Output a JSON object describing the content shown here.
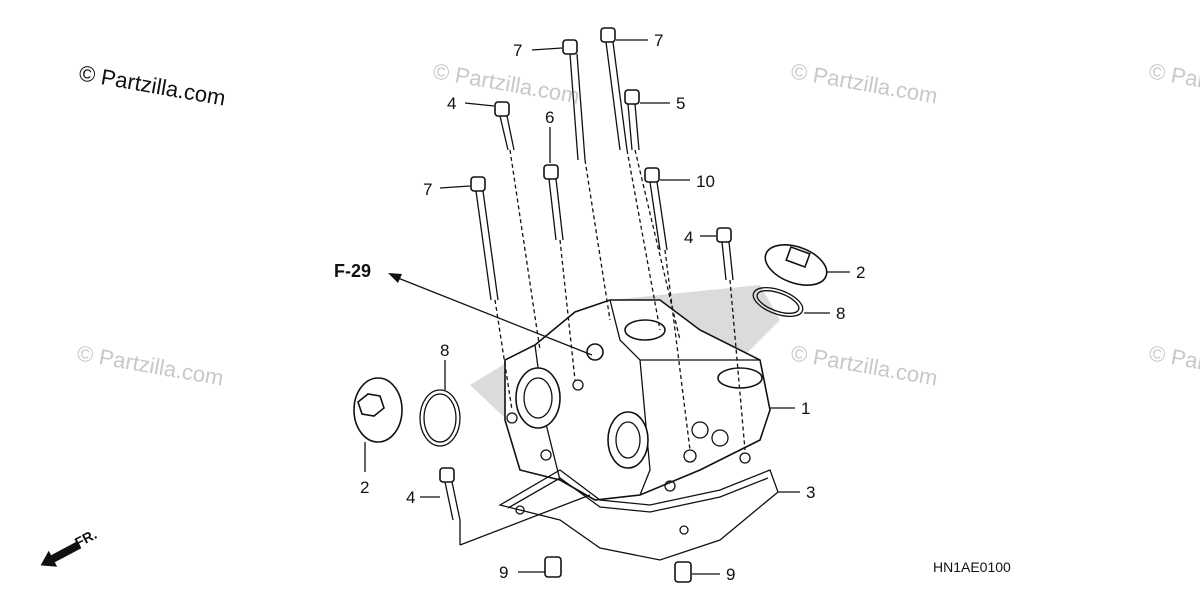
{
  "copyright": "© Partzilla.com",
  "watermark": "© Partzilla.com",
  "diagram_code": "HN1AE0100",
  "reference": "F-29",
  "direction_label": "FR.",
  "callouts": [
    "7",
    "7",
    "4",
    "5",
    "6",
    "10",
    "7",
    "4",
    "2",
    "8",
    "8",
    "1",
    "2",
    "3",
    "4",
    "9",
    "9"
  ],
  "icons": [
    "front-direction-arrow-icon"
  ]
}
